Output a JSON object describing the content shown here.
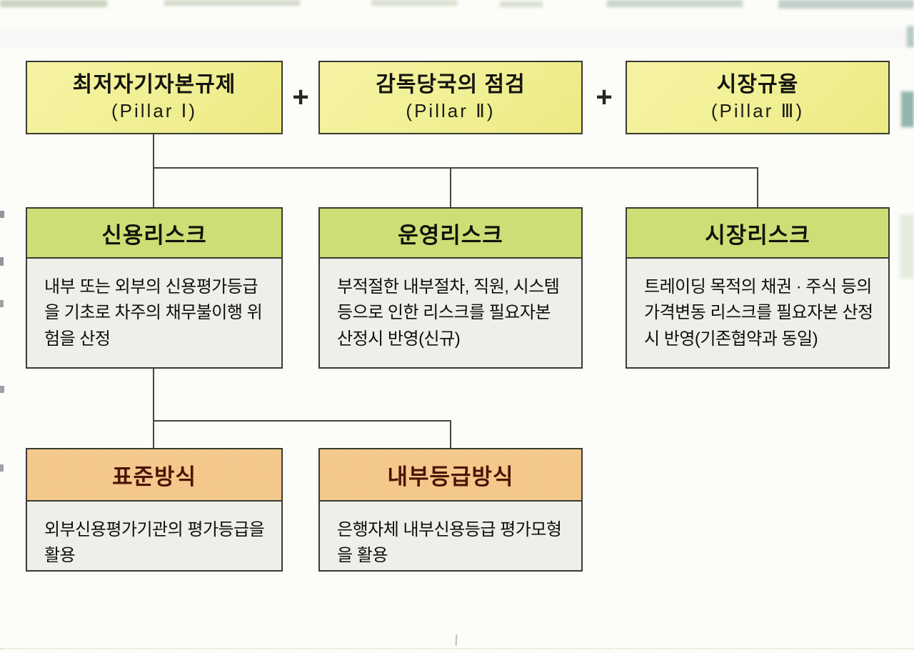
{
  "plus_sign": "+",
  "pillars": [
    {
      "title": "최저자기자본규제",
      "subtitle": "(Pillar Ⅰ)"
    },
    {
      "title": "감독당국의 점검",
      "subtitle": "(Pillar Ⅱ)"
    },
    {
      "title": "시장규율",
      "subtitle": "(Pillar Ⅲ)"
    }
  ],
  "risks": [
    {
      "title": "신용리스크",
      "description": "내부 또는 외부의 신용평가등급을 기초로 차주의 채무불이행 위험을 산정"
    },
    {
      "title": "운영리스크",
      "description": "부적절한 내부절차, 직원, 시스템 등으로 인한 리스크를 필요자본 산정시 반영(신규)"
    },
    {
      "title": "시장리스크",
      "description": "트레이딩 목적의 채권 · 주식 등의 가격변동 리스크를 필요자본 산정시 반영(기존협약과 동일)"
    }
  ],
  "approaches": [
    {
      "title": "표준방식",
      "description": "외부신용평가기관의 평가등급을 활용"
    },
    {
      "title": "내부등급방식",
      "description": "은행자체 내부신용등급 평가모형을 활용"
    }
  ],
  "colors": {
    "pillar_yellow": "#f1ef94",
    "risk_header_green": "#cede76",
    "approach_header_orange": "#f5ca8e",
    "approach_title_text": "#4a1505",
    "panel_body": "#edf0e8",
    "border_line": "#3a3a32",
    "connector": "#45453f"
  }
}
